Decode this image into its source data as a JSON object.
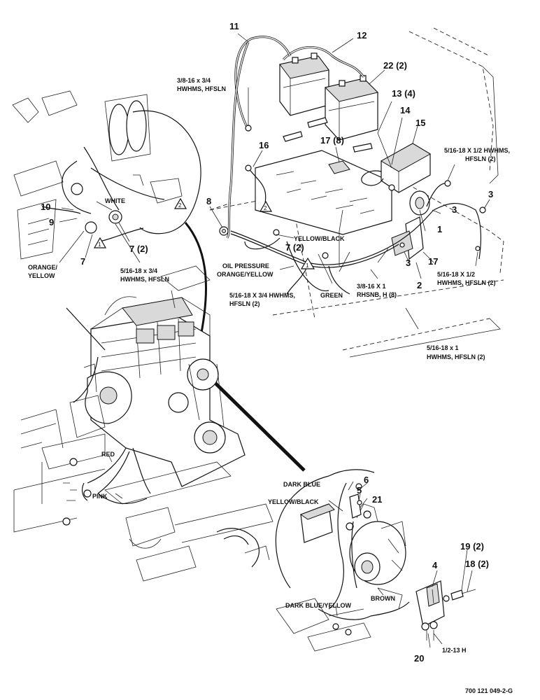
{
  "callouts": {
    "c1": "1",
    "c2": "2",
    "c3a": "3",
    "c3b": "3",
    "c3c": "3",
    "c4": "4",
    "c5": "5",
    "c6": "6",
    "c7a": "7",
    "c7b": "7 (2)",
    "c7c": "7 (2)",
    "c8": "8",
    "c9": "9",
    "c10": "10",
    "c11": "11",
    "c12": "12",
    "c13": "13 (4)",
    "c14": "14",
    "c15": "15",
    "c16": "16",
    "c17a": "17 (8)",
    "c17b": "17",
    "c18": "18 (2)",
    "c19": "19 (2)",
    "c20": "20",
    "c21": "21",
    "c22": "22 (2)"
  },
  "labels": {
    "hw_3816_34_a": "3/8-16 x 3/4",
    "hw_3816_34_b": "HWHMS, HFSLN",
    "hw_51618_12_top_a": "5/16-18 X 1/2 HWHMS,",
    "hw_51618_12_top_b": "HFSLN (2)",
    "hw_51618_12_mid_a": "5/16-18 X 1/2",
    "hw_51618_12_mid_b": "HWHMS, HFSLN (2)",
    "hw_51618_1_a": "5/16-18 x 1",
    "hw_51618_1_b": "HWHMS, HFSLN (2)",
    "hw_3816_1_a": "3/8-16 X 1",
    "hw_3816_1_b": "RHSNB, H (8)",
    "hw_51618_34_left_a": "5/16-18 x 3/4",
    "hw_51618_34_left_b": "HWHMS, HFSLN",
    "hw_51618_34_mid_a": "5/16-18 X 3/4 HWHMS,",
    "hw_51618_34_mid_b": "HFSLN (2)",
    "hw_1213": "1/2-13 H",
    "w_white": "WHITE",
    "w_orange_yellow_a": "ORANGE/",
    "w_orange_yellow_b": "YELLOW",
    "w_yellow_black_top": "YELLOW/BLACK",
    "w_oil_a": "OIL PRESSURE",
    "w_oil_b": "ORANGE/YELLOW",
    "w_green": "GREEN",
    "w_red": "RED",
    "w_pink": "PINK",
    "w_dark_blue": "DARK BLUE",
    "w_yellow_black_bot": "YELLOW/BLACK",
    "w_brown": "BROWN",
    "w_dark_blue_yellow": "DARK BLUE/YELLOW",
    "note_1": "1",
    "note_2a": "2",
    "note_2b": "2",
    "note_1b": "1",
    "drawing_no": "700 121 049-2-G"
  }
}
